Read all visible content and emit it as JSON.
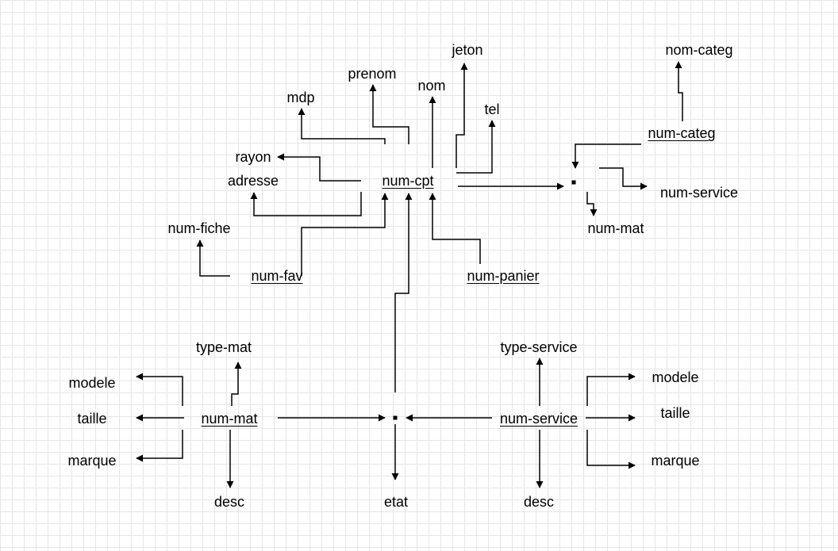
{
  "labels": {
    "jeton": "jeton",
    "nom_categ": "nom-categ",
    "prenom": "prenom",
    "nom": "nom",
    "mdp": "mdp",
    "tel": "tel",
    "num_categ": "num-categ",
    "rayon": "rayon",
    "adresse": "adresse",
    "num_cpt": "num-cpt",
    "num_service_top": "num-service",
    "num_fiche": "num-fiche",
    "num_mat_top": "num-mat",
    "num_fav": "num-fav",
    "num_panier": "num-panier",
    "type_mat": "type-mat",
    "type_service": "type-service",
    "modele_left": "modele",
    "modele_right": "modele",
    "taille_left": "taille",
    "taille_right": "taille",
    "num_mat": "num-mat",
    "num_service": "num-service",
    "marque_left": "marque",
    "marque_right": "marque",
    "desc_left": "desc",
    "etat": "etat",
    "desc_right": "desc"
  }
}
